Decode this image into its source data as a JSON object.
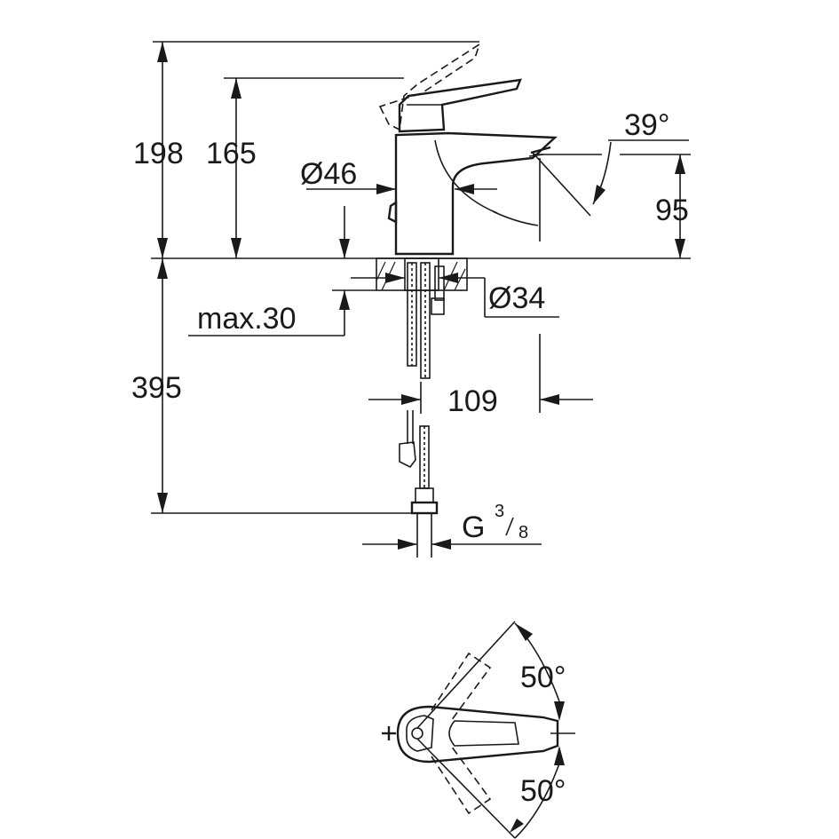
{
  "side_view": {
    "dim_height_total": "198",
    "dim_height_lever": "165",
    "dim_body_diameter": "Ø46",
    "dim_spout_angle": "39°",
    "dim_spout_height": "95",
    "dim_hole_diameter": "Ø34",
    "dim_max_deck": "max.30",
    "dim_hose_length": "395",
    "dim_reach": "109",
    "dim_connection_g": "G",
    "dim_connection_num": "3",
    "dim_connection_den": "8"
  },
  "top_view": {
    "dim_angle_upper": "50°",
    "dim_angle_lower": "50°"
  },
  "colors": {
    "line": "#1a1a1a",
    "background": "#ffffff"
  }
}
